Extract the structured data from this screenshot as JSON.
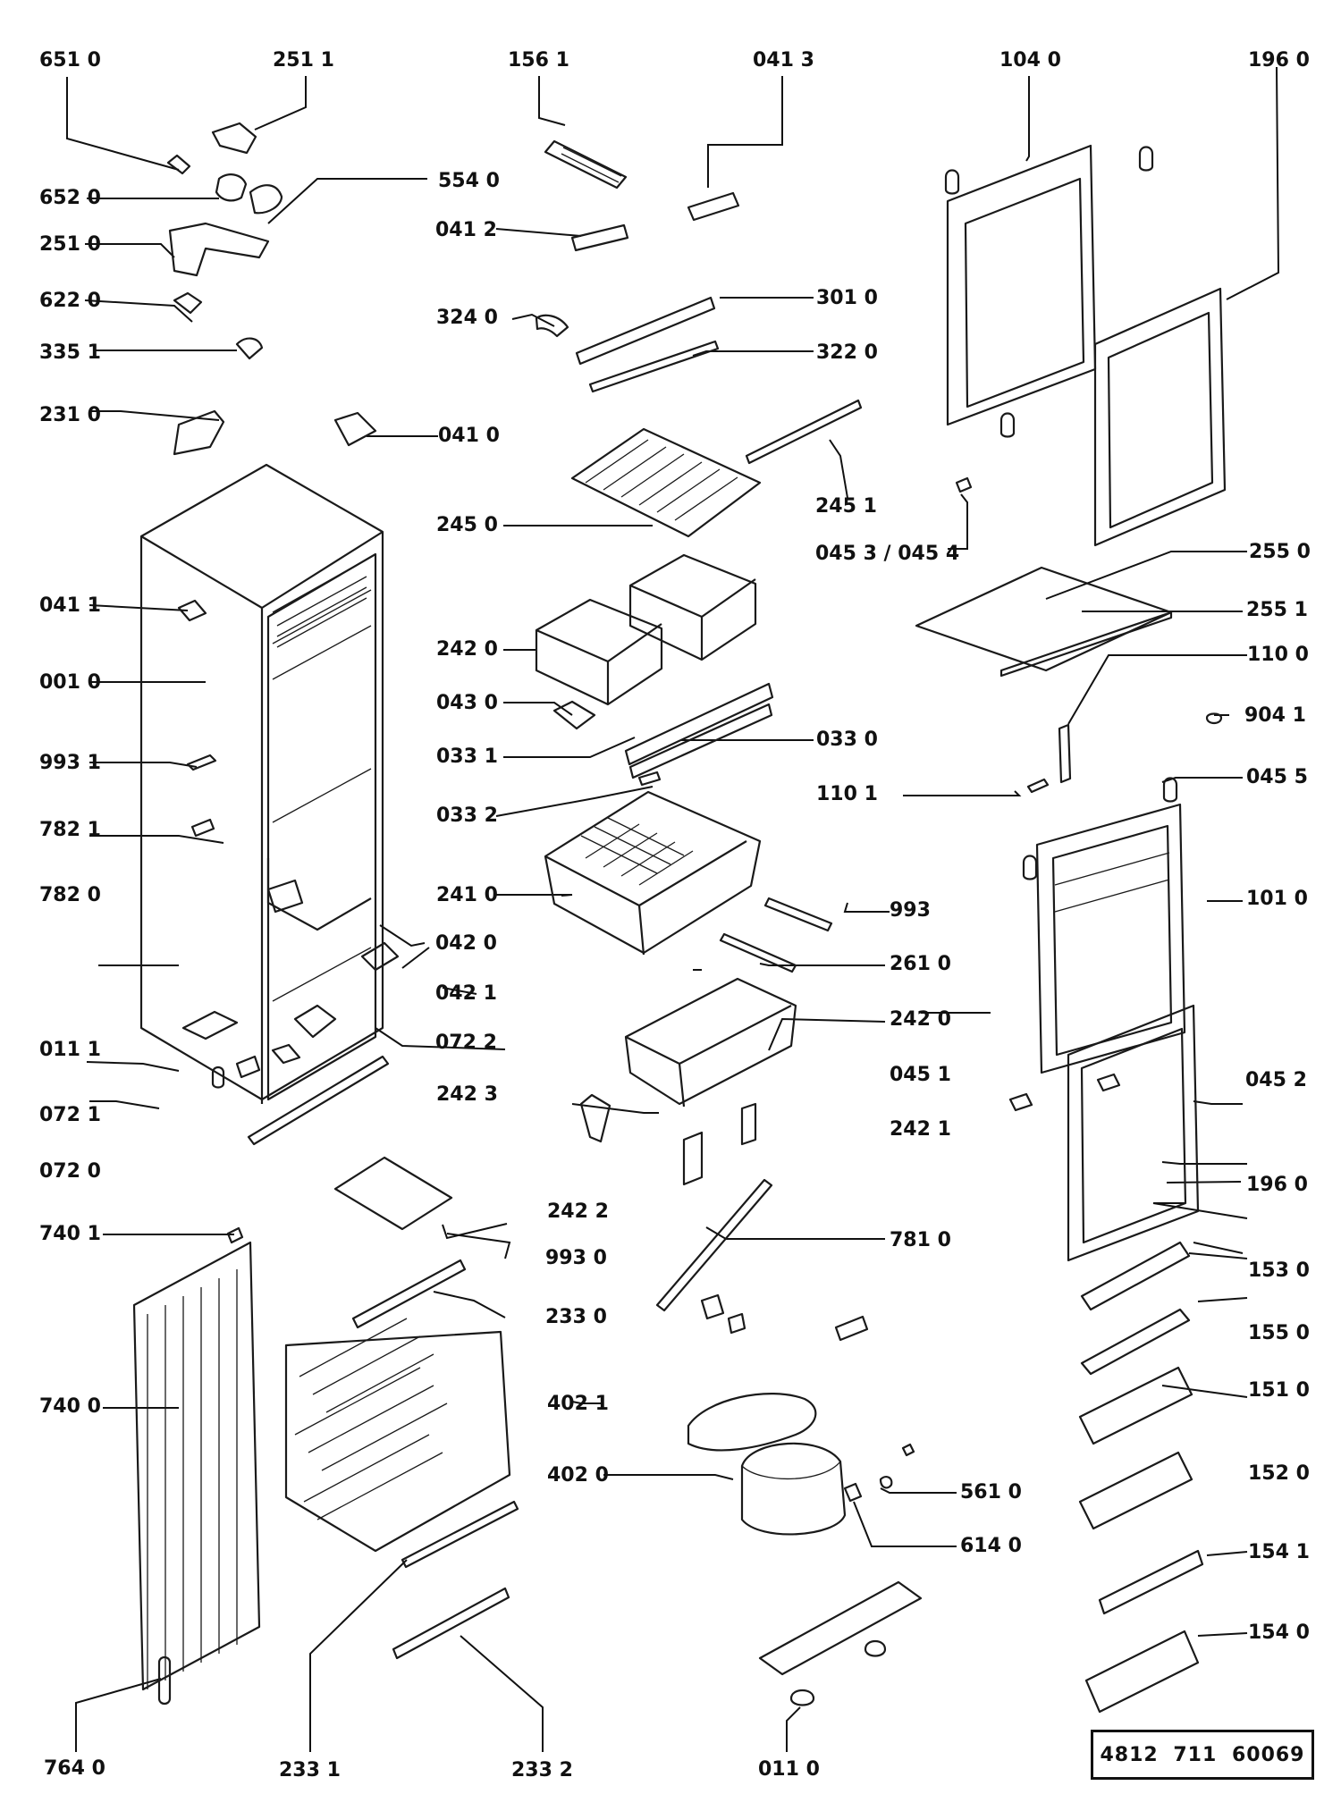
{
  "parts": [
    {
      "id": "p6510",
      "text": "651 0"
    },
    {
      "id": "p2511",
      "text": "251 1"
    },
    {
      "id": "p1561",
      "text": "156 1"
    },
    {
      "id": "p0413",
      "text": "041 3"
    },
    {
      "id": "p1040",
      "text": "104 0"
    },
    {
      "id": "p1960a",
      "text": "196 0"
    },
    {
      "id": "p5540",
      "text": "554 0"
    },
    {
      "id": "p6520",
      "text": "652 0"
    },
    {
      "id": "p0412",
      "text": "041 2"
    },
    {
      "id": "p2510",
      "text": "251 0"
    },
    {
      "id": "p6220",
      "text": "622 0"
    },
    {
      "id": "p3240",
      "text": "324 0"
    },
    {
      "id": "p3010",
      "text": "301 0"
    },
    {
      "id": "p3351",
      "text": "335 1"
    },
    {
      "id": "p3220",
      "text": "322 0"
    },
    {
      "id": "p2310",
      "text": "231 0"
    },
    {
      "id": "p0410",
      "text": "041 0"
    },
    {
      "id": "p2451",
      "text": "245 1"
    },
    {
      "id": "p2450",
      "text": "245 0"
    },
    {
      "id": "p04534",
      "text": "045 3 / 045 4"
    },
    {
      "id": "p2550",
      "text": "255 0"
    },
    {
      "id": "p0411",
      "text": "041 1"
    },
    {
      "id": "p2551",
      "text": "255 1"
    },
    {
      "id": "p2420a",
      "text": "242 0"
    },
    {
      "id": "p1100",
      "text": "110 0"
    },
    {
      "id": "p0010",
      "text": "001 0"
    },
    {
      "id": "p0430",
      "text": "043 0"
    },
    {
      "id": "p9041",
      "text": "904 1"
    },
    {
      "id": "p0331",
      "text": "033 1"
    },
    {
      "id": "p0330",
      "text": "033 0"
    },
    {
      "id": "p9931",
      "text": "993 1"
    },
    {
      "id": "p0455",
      "text": "045 5"
    },
    {
      "id": "p1101",
      "text": "110 1"
    },
    {
      "id": "p0332",
      "text": "033 2"
    },
    {
      "id": "p7821",
      "text": "782 1"
    },
    {
      "id": "p2410",
      "text": "241 0"
    },
    {
      "id": "p1010",
      "text": "101 0"
    },
    {
      "id": "p7820",
      "text": "782 0"
    },
    {
      "id": "p993",
      "text": "993"
    },
    {
      "id": "p0420",
      "text": "042 0"
    },
    {
      "id": "p2610",
      "text": "261 0"
    },
    {
      "id": "p0421",
      "text": "042 1"
    },
    {
      "id": "p2420b",
      "text": "242 0"
    },
    {
      "id": "p0111",
      "text": "011 1"
    },
    {
      "id": "p0722",
      "text": "072 2"
    },
    {
      "id": "p0451",
      "text": "045 1"
    },
    {
      "id": "p0452",
      "text": "045 2"
    },
    {
      "id": "p2423",
      "text": "242 3"
    },
    {
      "id": "p0721",
      "text": "072 1"
    },
    {
      "id": "p2421",
      "text": "242 1"
    },
    {
      "id": "p0720",
      "text": "072 0"
    },
    {
      "id": "p1960b",
      "text": "196 0"
    },
    {
      "id": "p2422",
      "text": "242 2"
    },
    {
      "id": "p7401",
      "text": "740 1"
    },
    {
      "id": "p7810",
      "text": "781 0"
    },
    {
      "id": "p9930",
      "text": "993 0"
    },
    {
      "id": "p1530",
      "text": "153 0"
    },
    {
      "id": "p2330",
      "text": "233 0"
    },
    {
      "id": "p1550",
      "text": "155 0"
    },
    {
      "id": "p4021",
      "text": "402 1"
    },
    {
      "id": "p7400",
      "text": "740 0"
    },
    {
      "id": "p1510",
      "text": "151 0"
    },
    {
      "id": "p4020",
      "text": "402 0"
    },
    {
      "id": "p1520",
      "text": "152 0"
    },
    {
      "id": "p5610",
      "text": "561 0"
    },
    {
      "id": "p6140",
      "text": "614 0"
    },
    {
      "id": "p1541",
      "text": "154 1"
    },
    {
      "id": "p1540",
      "text": "154 0"
    },
    {
      "id": "p7640",
      "text": "764 0"
    },
    {
      "id": "p2331",
      "text": "233 1"
    },
    {
      "id": "p2332",
      "text": "233 2"
    },
    {
      "id": "p0110",
      "text": "011 0"
    }
  ],
  "doc_number": "4812 711 60069"
}
